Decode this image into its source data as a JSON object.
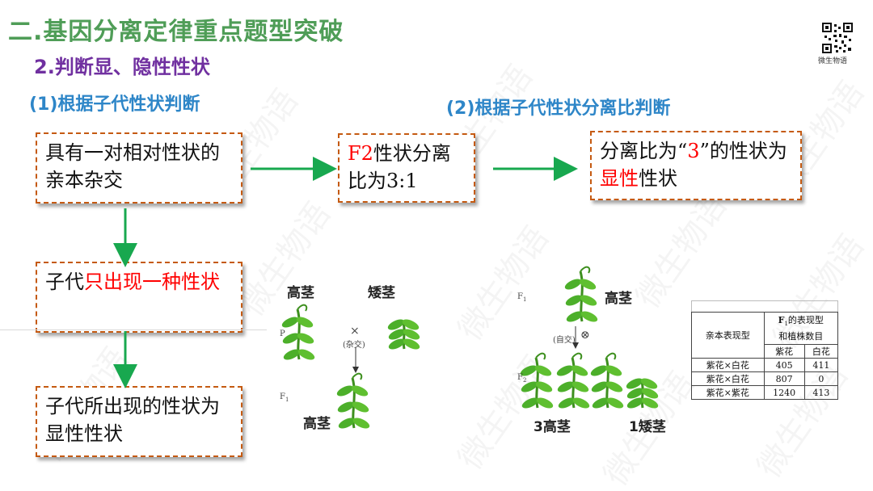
{
  "header": {
    "title": "二.基因分离定律重点题型突破",
    "subtitle": "2.判断显、隐性性状",
    "method1": "(1)根据子代性状判断",
    "method2": "(2)根据子代性状分离比判断",
    "qr_caption": "微生物语"
  },
  "boxes": {
    "box1": "具有一对相对性状的亲本杂交",
    "box2_red": "F2",
    "box2_rest": "性状分离比为3:1",
    "box3_a": "分离比为“",
    "box3_red1": "3",
    "box3_b": "”的性状为",
    "box3_red2": "显性",
    "box3_c": "性状",
    "box4_a": "子代",
    "box4_red": "只出现一种性状",
    "box5": "子代所出现的性状为显性性状"
  },
  "diagram1": {
    "tall": "高茎",
    "short": "矮茎",
    "cross": "(杂交)",
    "p": "P",
    "f1": "F",
    "offspring": "高茎",
    "cross_symbol": "×"
  },
  "diagram2": {
    "f1": "F",
    "f2": "F",
    "tall": "高茎",
    "selfing": "(自交)",
    "tall3": "3高茎",
    "short1": "1矮茎",
    "cross_symbol": "⊗"
  },
  "table": {
    "col1": "亲本表现型",
    "col2a": "F",
    "col2b": "的表现型",
    "col2c": "和植株数目",
    "sub1": "紫花",
    "sub2": "白花",
    "rows": [
      {
        "parents": "紫花×白花",
        "purple": "405",
        "white": "411"
      },
      {
        "parents": "紫花×白花",
        "purple": "807",
        "white": "0"
      },
      {
        "parents": "紫花×紫花",
        "purple": "1240",
        "white": "413"
      }
    ]
  },
  "watermark": "微生物语",
  "colors": {
    "title": "#4f9d57",
    "subtitle": "#7030a0",
    "method": "#2e86c8",
    "box_border": "#c55a11",
    "arrow": "#18a84f",
    "highlight": "#ff0000"
  }
}
